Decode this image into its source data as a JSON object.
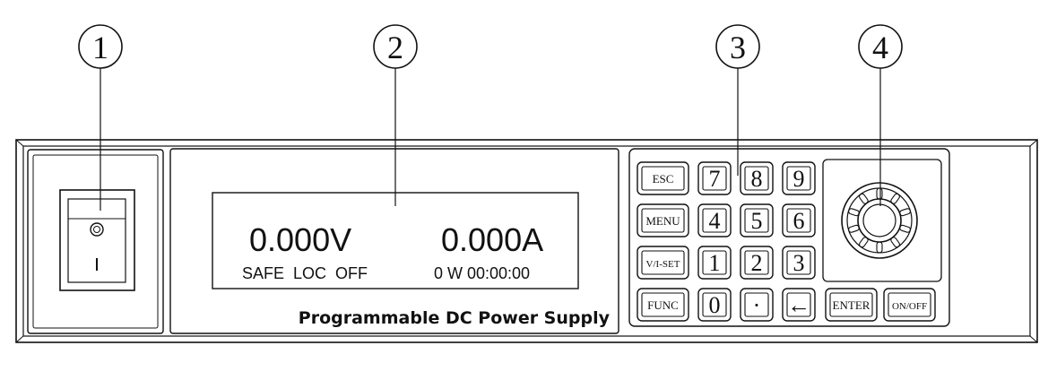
{
  "callouts": {
    "c1": "1",
    "c2": "2",
    "c3": "3",
    "c4": "4"
  },
  "display": {
    "voltage": "0.000V",
    "current": "0.000A",
    "status": "SAFE  LOC  OFF",
    "power_time": "0 W 00:00:00"
  },
  "brand_text": "Programmable DC Power Supply",
  "keypad": {
    "esc": "ESC",
    "menu": "MENU",
    "vi_set": "V/I-SET",
    "func": "FUNC",
    "d7": "7",
    "d8": "8",
    "d9": "9",
    "d4": "4",
    "d5": "5",
    "d6": "6",
    "d1": "1",
    "d2": "2",
    "d3": "3",
    "d0": "0",
    "dot": "·",
    "back": "←",
    "enter": "ENTER",
    "onoff": "ON/OFF"
  }
}
